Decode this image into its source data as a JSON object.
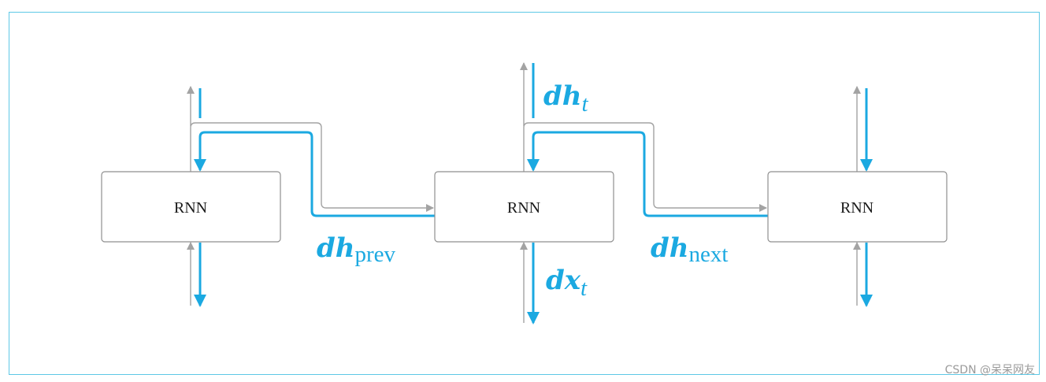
{
  "nodes": [
    {
      "label": "RNN"
    },
    {
      "label": "RNN"
    },
    {
      "label": "RNN"
    }
  ],
  "gradients": {
    "dh_t": {
      "main": "dh",
      "sub": "t"
    },
    "dx_t": {
      "main": "dx",
      "sub": "t"
    },
    "dh_prev": {
      "main": "dh",
      "sub": "prev"
    },
    "dh_next": {
      "main": "dh",
      "sub": "next"
    }
  },
  "colors": {
    "gradient_flow": "#1ba9e1",
    "forward_flow": "#a3a3a3",
    "frame_border": "#5ec8e6"
  },
  "watermark": "CSDN @呆呆网友"
}
